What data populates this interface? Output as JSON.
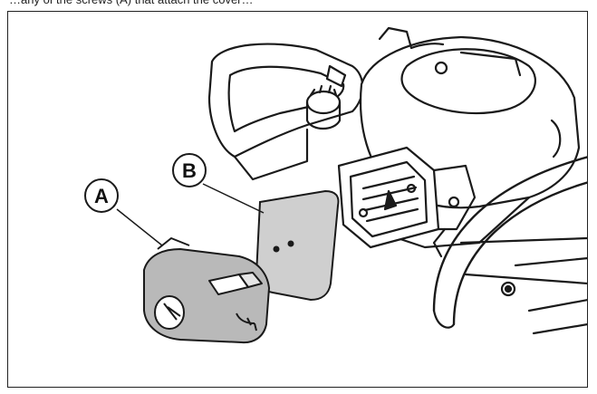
{
  "header": {
    "caption": "…any of the screws (A) that attach the cover…"
  },
  "callouts": {
    "a": "A",
    "b": "B"
  },
  "colors": {
    "line": "#1a1a1a",
    "cover_gray": "#b9b9b9",
    "filter_gray": "#cfcfcf",
    "background": "#ffffff"
  }
}
